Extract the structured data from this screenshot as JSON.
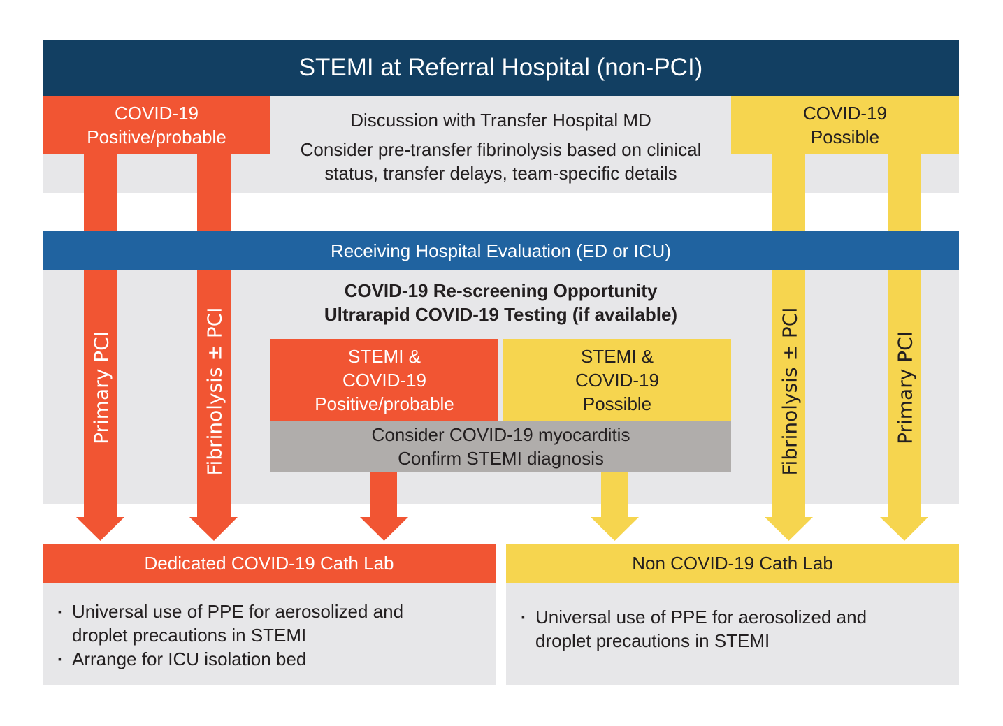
{
  "title": "STEMI at Referral Hospital (non-PCI)",
  "top": {
    "left_box": [
      "COVID-19",
      "Positive/probable"
    ],
    "center_lines": [
      "Discussion with Transfer Hospital MD",
      "Consider pre-transfer fibrinolysis based on clinical",
      "status, transfer delays, team-specific details"
    ],
    "right_box": [
      "COVID-19",
      "Possible"
    ]
  },
  "receiving_bar": "Receiving Hospital Evaluation (ED or ICU)",
  "rescreening": {
    "line1": "COVID-19 Re-screening Opportunity",
    "line2": "Ultrarapid COVID-19 Testing (if available)"
  },
  "middle": {
    "red_box": [
      "STEMI &",
      "COVID-19",
      "Positive/probable"
    ],
    "yellow_box": [
      "STEMI &",
      "COVID-19",
      "Possible"
    ],
    "gray_box": [
      "Consider COVID-19 myocarditis",
      "Confirm STEMI diagnosis"
    ]
  },
  "pathways": {
    "left_primary": "Primary PCI",
    "left_fibrinolysis": "Fibrinolysis ± PCI",
    "right_fibrinolysis": "Fibrinolysis ± PCI",
    "right_primary": "Primary PCI"
  },
  "bottom": {
    "covid_lab": {
      "header": "Dedicated COVID-19 Cath Lab",
      "bullets": [
        [
          "Universal use of PPE for aerosolized and",
          "droplet precautions in STEMI"
        ],
        [
          "Arrange for ICU isolation bed"
        ]
      ]
    },
    "non_covid_lab": {
      "header": "Non COVID-19 Cath Lab",
      "bullets": [
        [
          "Universal use of PPE for aerosolized and",
          "droplet precautions in STEMI"
        ]
      ]
    }
  },
  "colors": {
    "navy": "#123f62",
    "covid_positive": "#f15533",
    "covid_possible": "#f6d54f",
    "receiving_blue": "#2063a0",
    "band_gray": "#e7e7e9",
    "box_gray": "#b0adab"
  }
}
